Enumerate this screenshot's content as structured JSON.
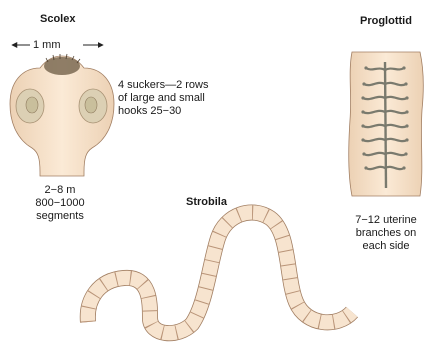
{
  "scolex": {
    "title": "Scolex",
    "scale": "1 mm",
    "suckers_note": [
      "4 suckers—2 rows",
      "of large and small",
      "hooks 25−30"
    ],
    "size_note": [
      "2−8 m",
      "800−1000",
      "segments"
    ]
  },
  "strobila": {
    "title": "Strobila"
  },
  "proglottid": {
    "title": "Proglottid",
    "note": [
      "7−12 uterine",
      "branches on",
      "each side"
    ]
  },
  "colors": {
    "tissue": "#f7e4cf",
    "tissue_outline": "#a27f63",
    "segment_line": "#b99478",
    "uterus": "#7a7a6e",
    "rostellum": "#7b6a52",
    "sucker_ring": "#dcd0b4",
    "sucker_center": "#c9bf9c"
  }
}
